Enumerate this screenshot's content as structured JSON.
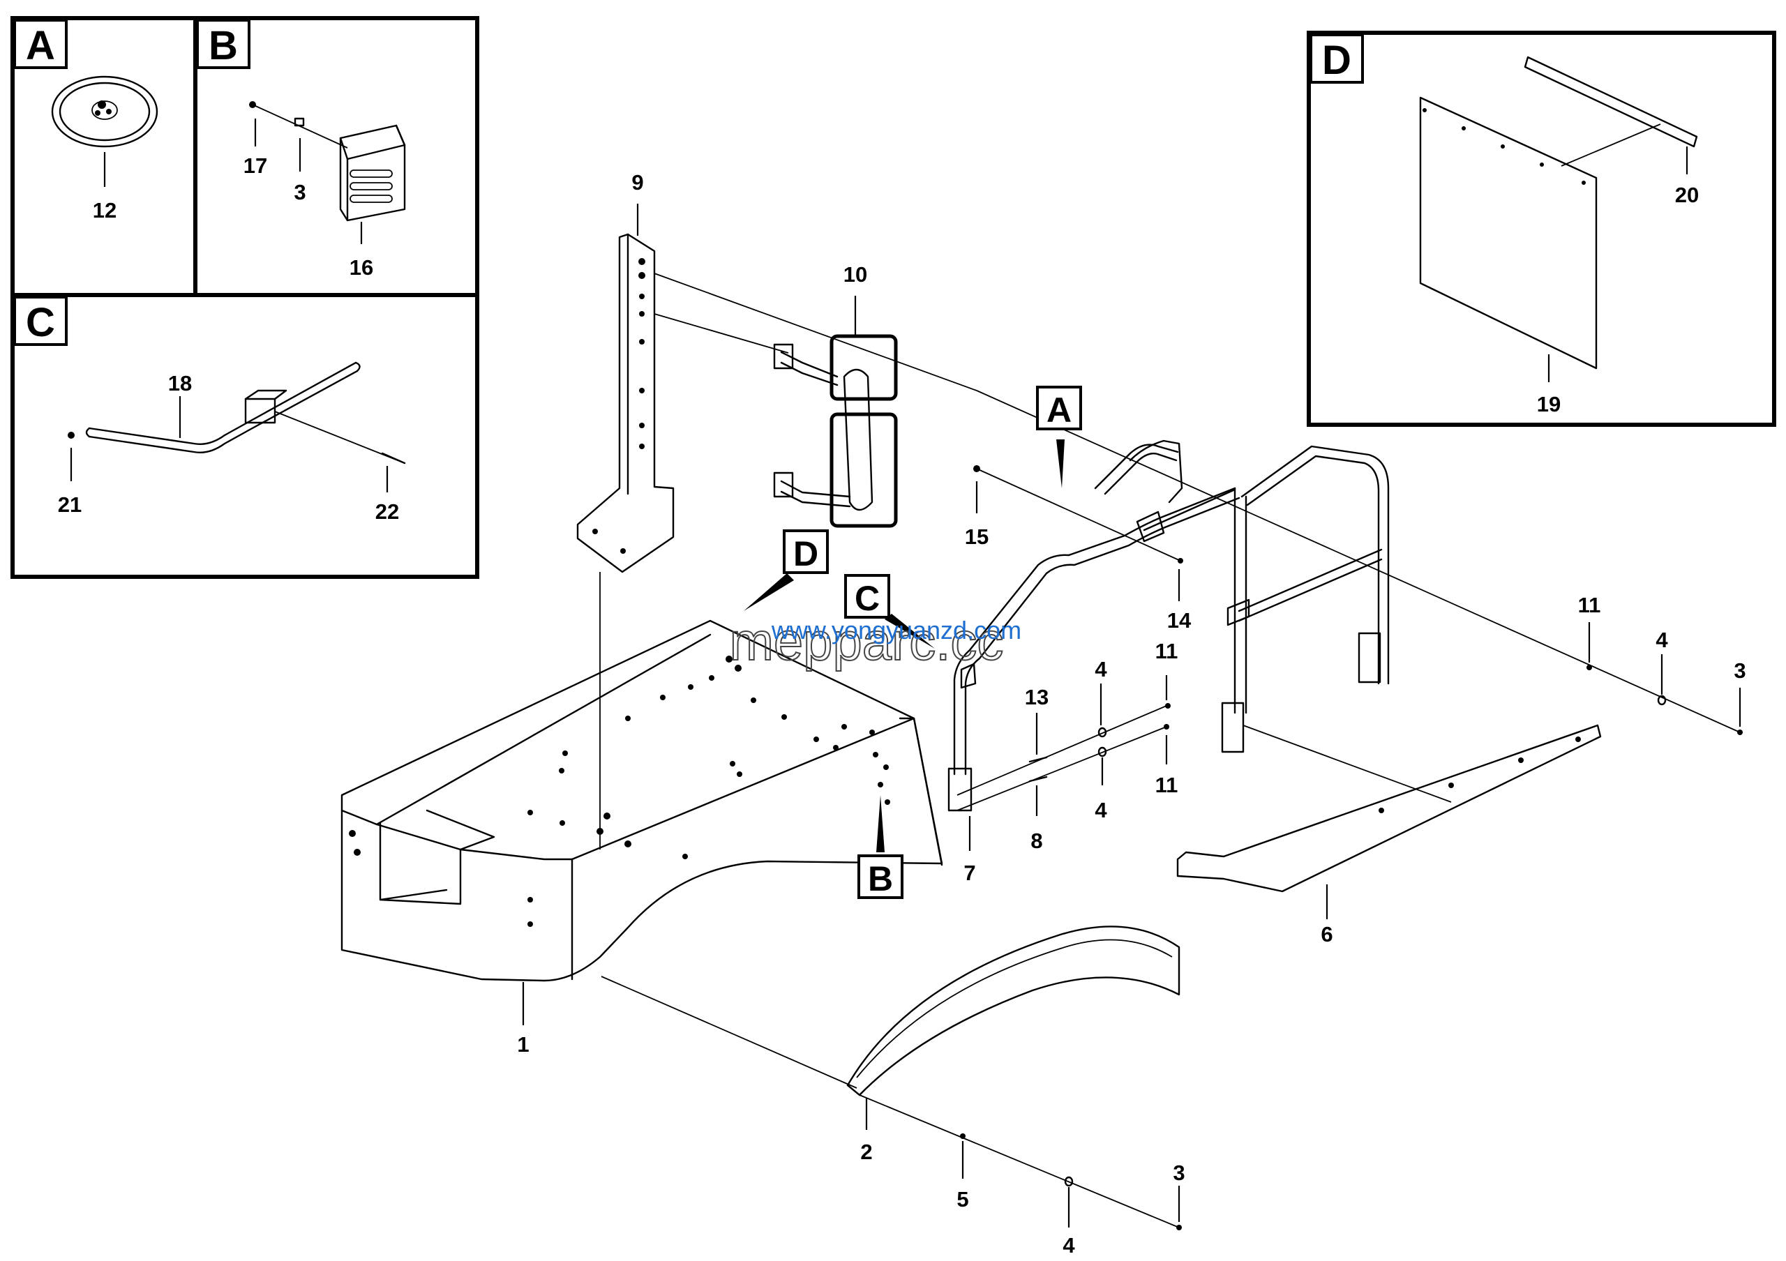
{
  "diagram": {
    "part_labels": [
      {
        "id": "p1",
        "text": "1"
      },
      {
        "id": "p2",
        "text": "2"
      },
      {
        "id": "p3a",
        "text": "3"
      },
      {
        "id": "p3b",
        "text": "3"
      },
      {
        "id": "p3c",
        "text": "3"
      },
      {
        "id": "p4a",
        "text": "4"
      },
      {
        "id": "p4b",
        "text": "4"
      },
      {
        "id": "p4c",
        "text": "4"
      },
      {
        "id": "p4d",
        "text": "4"
      },
      {
        "id": "p5",
        "text": "5"
      },
      {
        "id": "p6",
        "text": "6"
      },
      {
        "id": "p7",
        "text": "7"
      },
      {
        "id": "p8",
        "text": "8"
      },
      {
        "id": "p9",
        "text": "9"
      },
      {
        "id": "p10",
        "text": "10"
      },
      {
        "id": "p11a",
        "text": "11"
      },
      {
        "id": "p11b",
        "text": "11"
      },
      {
        "id": "p11c",
        "text": "11"
      },
      {
        "id": "p12",
        "text": "12"
      },
      {
        "id": "p13",
        "text": "13"
      },
      {
        "id": "p14",
        "text": "14"
      },
      {
        "id": "p15",
        "text": "15"
      },
      {
        "id": "p16",
        "text": "16"
      },
      {
        "id": "p17",
        "text": "17"
      },
      {
        "id": "p18",
        "text": "18"
      },
      {
        "id": "p19",
        "text": "19"
      },
      {
        "id": "p20",
        "text": "20"
      },
      {
        "id": "p21",
        "text": "21"
      },
      {
        "id": "p22",
        "text": "22"
      }
    ],
    "detail_views": [
      {
        "id": "A",
        "letter": "A"
      },
      {
        "id": "B",
        "letter": "B"
      },
      {
        "id": "C",
        "letter": "C"
      },
      {
        "id": "D",
        "letter": "D"
      }
    ],
    "callouts": [
      {
        "id": "A",
        "letter": "A"
      },
      {
        "id": "B",
        "letter": "B"
      },
      {
        "id": "C",
        "letter": "C"
      },
      {
        "id": "D",
        "letter": "D"
      }
    ],
    "watermark": {
      "url_text": "www.yongyuanzd.com",
      "brand_text": "mepparc.cc"
    }
  }
}
